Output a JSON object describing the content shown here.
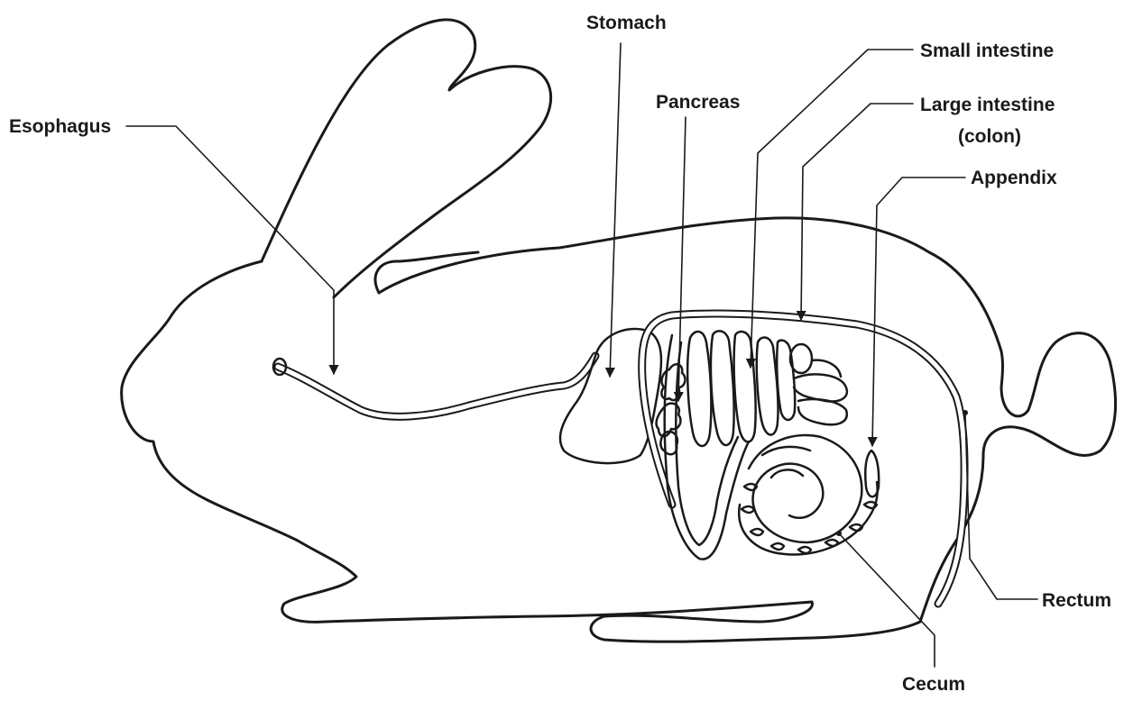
{
  "labels": {
    "stomach": "Stomach",
    "small_intestine": "Small intestine",
    "pancreas": "Pancreas",
    "large_intestine_line1": "Large intestine",
    "large_intestine_line2": "(colon)",
    "esophagus": "Esophagus",
    "appendix": "Appendix",
    "rectum": "Rectum",
    "cecum": "Cecum"
  },
  "colors": {
    "ink": "#1a1a1a",
    "background": "#ffffff"
  }
}
